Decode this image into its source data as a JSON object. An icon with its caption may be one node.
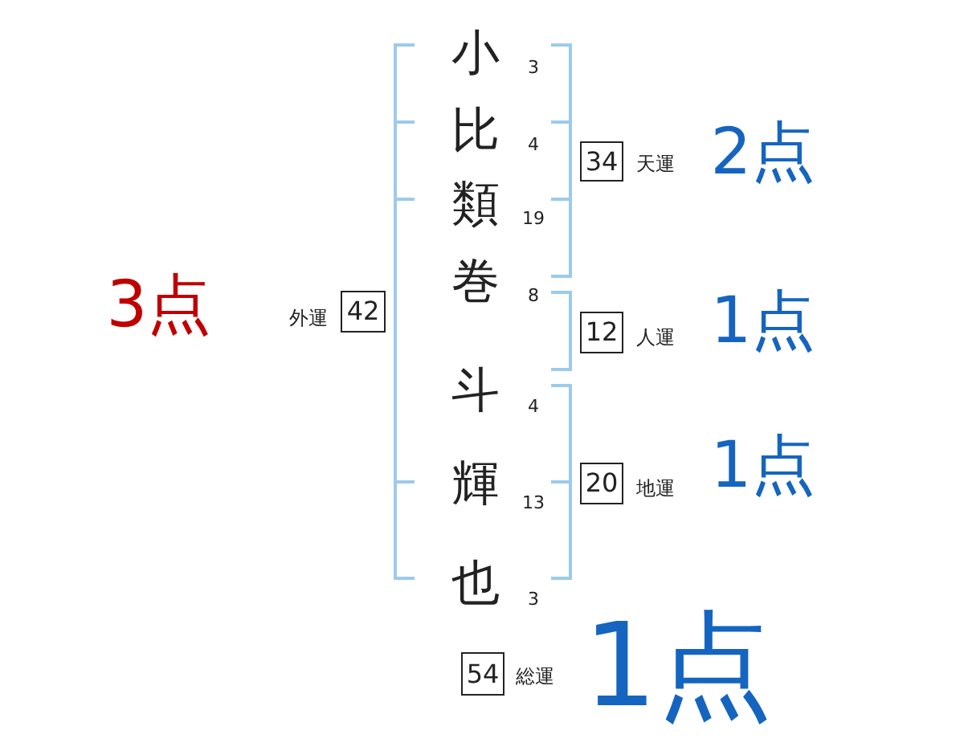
{
  "diagram": {
    "nodes": [
      {
        "text": [
          "34"
        ],
        "beside": [
          "天運",
          "2点"
        ]
      },
      {
        "text": [
          "42"
        ],
        "beside": [
          "外運",
          "3点"
        ]
      },
      {
        "text": [
          "12"
        ],
        "beside": [
          "人運",
          "1点"
        ]
      },
      {
        "text": [
          "20"
        ],
        "beside": [
          "地運",
          "1点"
        ]
      },
      {
        "text": [
          "54"
        ],
        "beside": [
          "総運",
          "1点"
        ]
      }
    ],
    "labels": [
      "小",
      "3",
      "比",
      "4",
      "類",
      "19",
      "巻",
      "8",
      "斗",
      "4",
      "輝",
      "13",
      "也",
      "3"
    ]
  }
}
